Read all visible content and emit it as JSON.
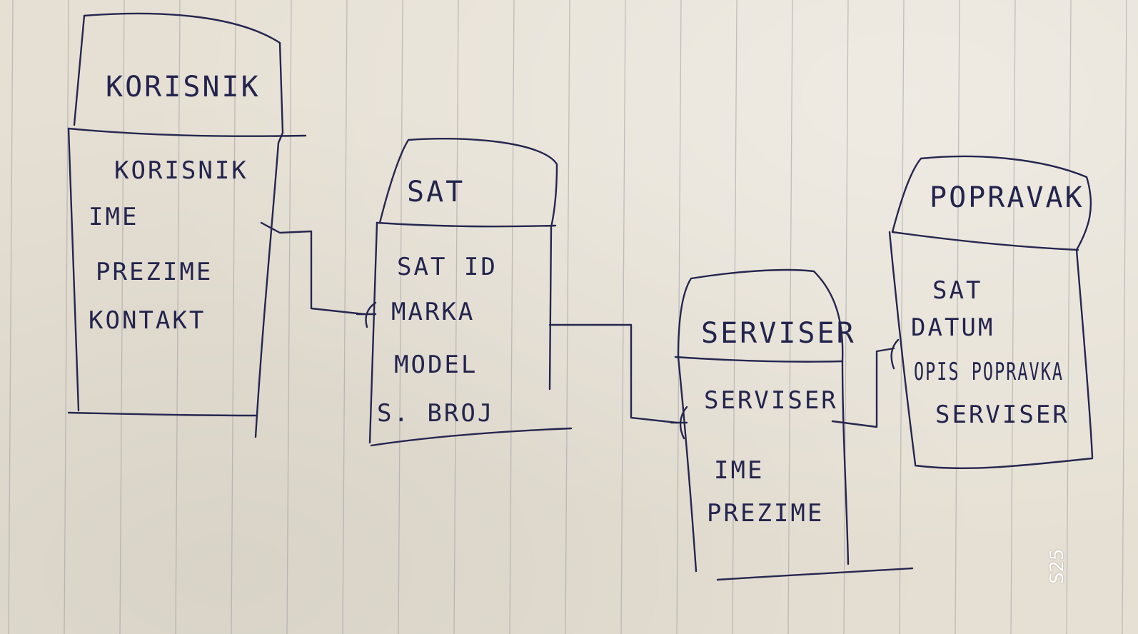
{
  "entities": {
    "korisnik": {
      "title": "KORISNIK",
      "fields": [
        "KORISNIK",
        "IME",
        "PREZIME",
        "KONTAKT"
      ]
    },
    "sat": {
      "title": "SAT",
      "fields": [
        "SAT ID",
        "MARKA",
        "MODEL",
        "S. BROJ"
      ]
    },
    "serviser": {
      "title": "SERVISER",
      "fields": [
        "SERVISER",
        "IME",
        "PREZIME"
      ]
    },
    "popravak": {
      "title": "POPRAVAK",
      "fields": [
        "SAT",
        "DATUM",
        "OPIS POPRAVKA",
        "SERVISER"
      ]
    }
  },
  "watermark": "S25",
  "colors": {
    "ink": "#25264f",
    "paper": "#e6e0d4",
    "rule_line": "#9a9aa0"
  }
}
